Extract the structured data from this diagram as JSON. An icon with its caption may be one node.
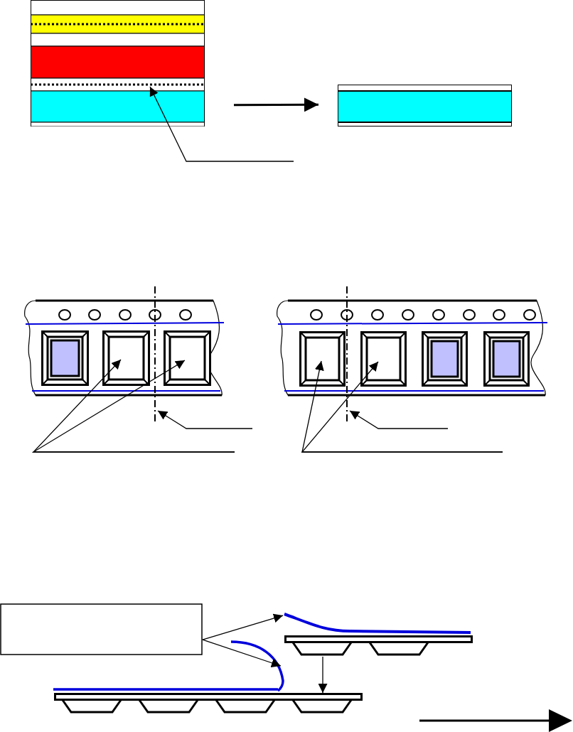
{
  "diagram": {
    "nodes": [
      {
        "text": [],
        "shape": "box"
      },
      {
        "text": [],
        "shape": "box"
      },
      {
        "text": [],
        "shape": "bar",
        "in": 0
      },
      {
        "text": [],
        "shape": "box"
      },
      {
        "text": [],
        "shape": "box",
        "in": 3
      },
      {
        "text": [],
        "shape": "box",
        "in": 3
      },
      {
        "text": [],
        "shape": "box",
        "in": 3
      },
      {
        "text": [],
        "shape": "line"
      },
      {
        "text": [],
        "shape": "box"
      },
      {
        "text": [],
        "shape": "box",
        "in": 8
      },
      {
        "text": [],
        "shape": "box",
        "in": 8
      },
      {
        "text": [],
        "shape": "box",
        "in": 8
      },
      {
        "text": [],
        "shape": "box",
        "in": 8
      },
      {
        "text": [],
        "shape": "line"
      },
      {
        "text": [],
        "shape": "box"
      },
      {
        "text": [],
        "shape": "curve"
      },
      {
        "text": [],
        "shape": "curve"
      },
      {
        "text": [],
        "shape": "bar"
      },
      {
        "text": [],
        "shape": "bar"
      }
    ],
    "edges": [
      {
        "from": 0,
        "to": 1,
        "arrow": "to",
        "style": "thick"
      },
      {
        "from": null,
        "to": 2,
        "arrow": "to"
      },
      {
        "from": null,
        "to": 5,
        "arrow": "to"
      },
      {
        "from": null,
        "to": 6,
        "arrow": "to"
      },
      {
        "from": null,
        "to": 7,
        "arrow": "to"
      },
      {
        "from": null,
        "to": 9,
        "arrow": "to"
      },
      {
        "from": null,
        "to": 10,
        "arrow": "to"
      },
      {
        "from": null,
        "to": 13,
        "arrow": "to"
      },
      {
        "from": 14,
        "to": 15,
        "arrow": "to"
      },
      {
        "from": 14,
        "to": 16,
        "arrow": "to"
      },
      {
        "from": 17,
        "to": 18,
        "arrow": "to"
      }
    ]
  }
}
